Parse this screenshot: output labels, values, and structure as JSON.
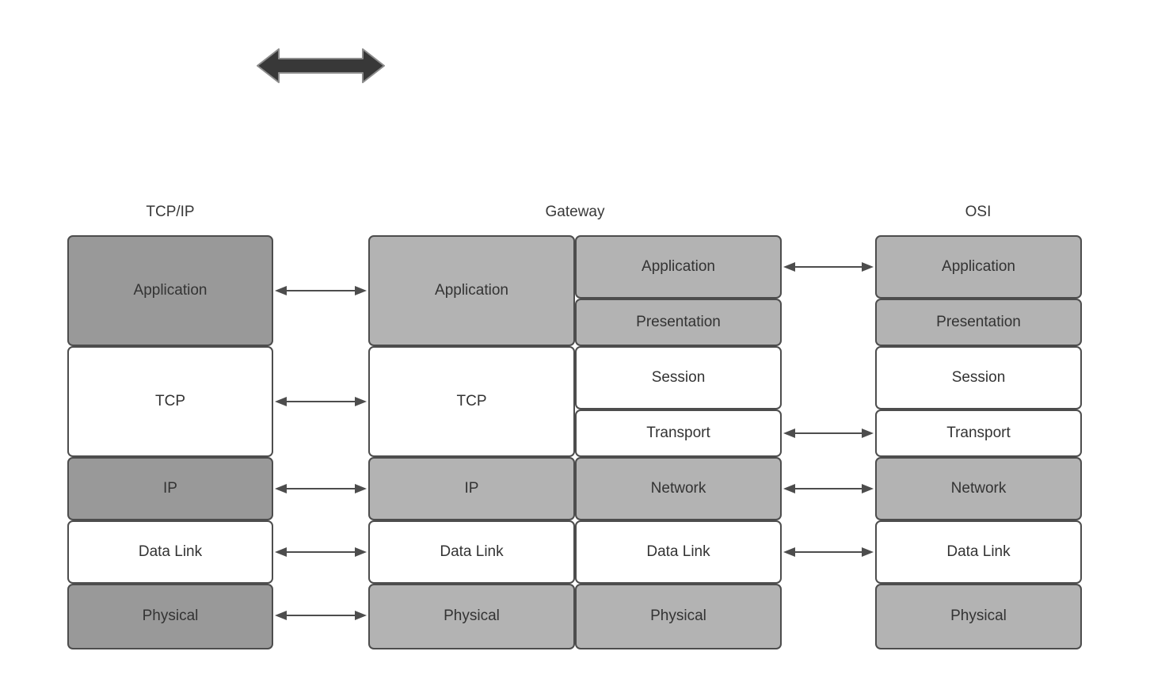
{
  "headers": {
    "tcpip": "TCP/IP",
    "gateway": "Gateway",
    "osi": "OSI"
  },
  "stacks": {
    "tcpip": {
      "layers": [
        "Application",
        "TCP",
        "IP",
        "Data Link",
        "Physical"
      ]
    },
    "gateway_left": {
      "layers": [
        "Application",
        "TCP",
        "IP",
        "Data Link",
        "Physical"
      ]
    },
    "gateway_right": {
      "layers": [
        "Application",
        "Presentation",
        "Session",
        "Transport",
        "Network",
        "Data Link",
        "Physical"
      ]
    },
    "osi": {
      "layers": [
        "Application",
        "Presentation",
        "Session",
        "Transport",
        "Network",
        "Data Link",
        "Physical"
      ]
    }
  },
  "connections": {
    "tcpip_to_gateway": [
      "Application",
      "TCP",
      "IP",
      "Data Link",
      "Physical"
    ],
    "gateway_to_osi": [
      "Application",
      "Transport",
      "Network",
      "Data Link"
    ]
  },
  "colors": {
    "background": "#ffffff",
    "dark_fill": "#999999",
    "light_fill": "#b3b3b3",
    "white_fill": "#ffffff",
    "border": "#4d4d4d",
    "text": "#333333",
    "thin_arrow": "#4d4d4d",
    "thick_arrow_fill": "#383838",
    "thick_arrow_stroke": "#8c8c8c"
  }
}
